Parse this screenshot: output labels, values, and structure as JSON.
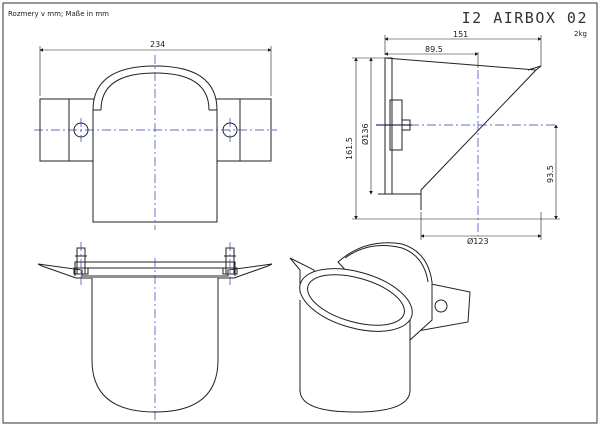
{
  "sheet": {
    "note": "Rozmery v mm; Maße in mm",
    "title": "I2 AIRBOX 02",
    "weight": "2kg"
  },
  "dimensions": {
    "width_top": "234",
    "length_side": "151",
    "offset_side": "89.5",
    "height_side": "161.5",
    "dia_flange": "Ø136",
    "height_lower": "93.5",
    "dia_outlet": "Ø123"
  }
}
